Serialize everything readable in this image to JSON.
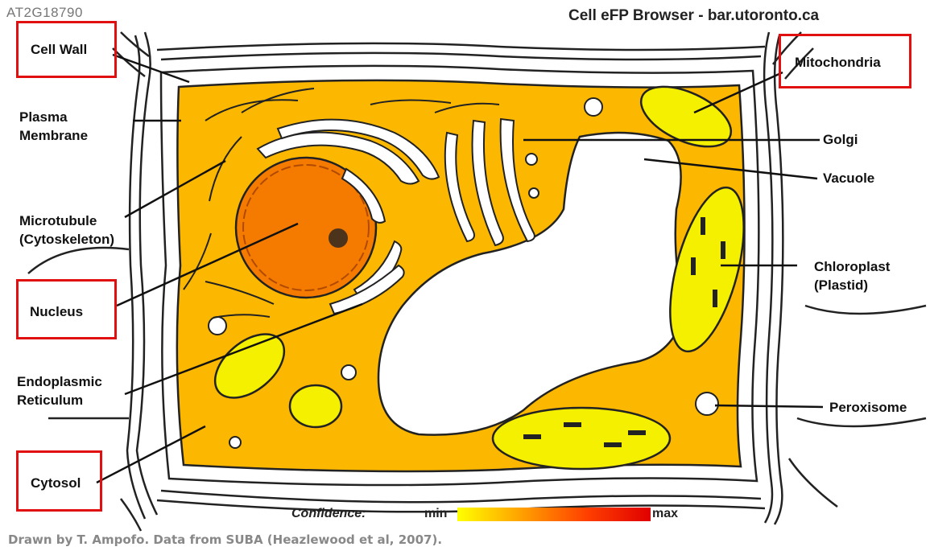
{
  "header": {
    "gene_id": "AT2G18790",
    "site": "Cell eFP Browser - bar.utoronto.ca"
  },
  "labels": {
    "cell_wall": "Cell Wall",
    "plasma_membrane_1": "Plasma",
    "plasma_membrane_2": "Membrane",
    "microtubule_1": "Microtubule",
    "microtubule_2": "(Cytoskeleton)",
    "nucleus": "Nucleus",
    "er_1": "Endoplasmic",
    "er_2": "Reticulum",
    "cytosol": "Cytosol",
    "mitochondria": "Mitochondria",
    "golgi": "Golgi",
    "vacuole": "Vacuole",
    "chloroplast_1": "Chloroplast",
    "chloroplast_2": "(Plastid)",
    "peroxisome": "Peroxisome"
  },
  "highlighted": [
    "Cell Wall",
    "Nucleus",
    "Cytosol",
    "Mitochondria"
  ],
  "legend": {
    "title": "Confidence:",
    "min": "min",
    "max": "max",
    "gradient_colors": [
      "#ffff00",
      "#ffa000",
      "#ff4000",
      "#e00000"
    ]
  },
  "footer": "Drawn by T. Ampofo. Data from SUBA (Heazlewood et al, 2007).",
  "colors": {
    "cytoplasm": "#fcb800",
    "nucleus": "#f57a00",
    "organelle_yellow": "#f5f000",
    "highlight_box": "#e01010"
  }
}
